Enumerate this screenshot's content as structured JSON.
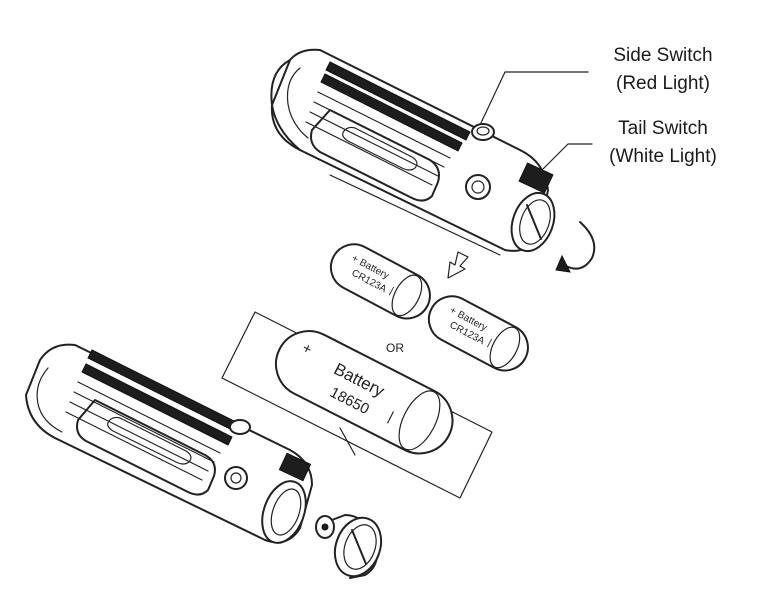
{
  "callouts": {
    "side_switch": {
      "line1": "Side Switch",
      "line2": "(Red Light)"
    },
    "tail_switch": {
      "line1": "Tail Switch",
      "line2": "(White Light)"
    }
  },
  "batteries": {
    "cr123a_label": "Battery",
    "cr123a_model": "CR123A",
    "battery_18650_label": "Battery",
    "battery_18650_model": "18650",
    "plus_sign": "+",
    "minus_sign": "|",
    "or_label": "OR"
  }
}
